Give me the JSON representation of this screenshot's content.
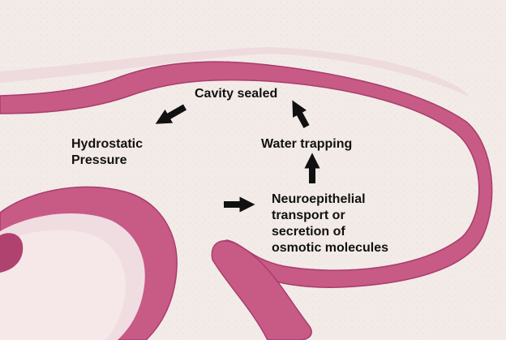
{
  "labels": {
    "cavity_sealed": "Cavity sealed",
    "hydrostatic_pressure": "Hydrostatic\nPressure",
    "water_trapping": "Water trapping",
    "neuroepithelial": "Neuroepithelial\ntransport or\nsecretion of\nosmotic molecules"
  },
  "arrows": [
    {
      "from": "neuroepithelial",
      "to": "water_trapping"
    },
    {
      "from": "water_trapping",
      "to": "cavity_sealed"
    },
    {
      "from": "cavity_sealed",
      "to": "hydrostatic_pressure"
    }
  ],
  "colors": {
    "tissue": "#c85a86",
    "tissue_dark": "#a83d6c",
    "tissue_light": "#e8a7c0",
    "background": "#f4eeea",
    "text": "#111111"
  }
}
